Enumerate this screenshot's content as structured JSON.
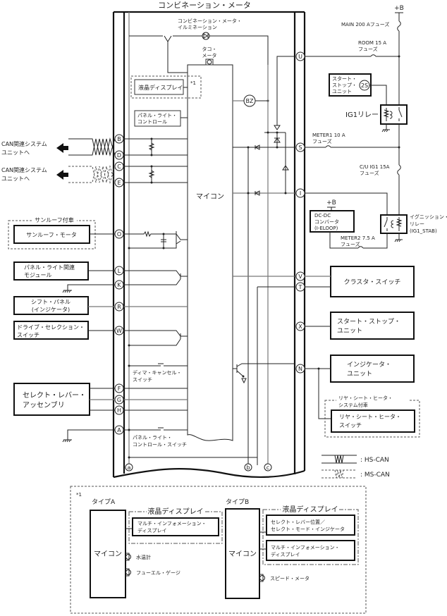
{
  "title": "コンビネーション・メータ",
  "power": {
    "plus_b": "+B",
    "main_fuse": "MAIN 200 Aフューズ",
    "room_fuse_line1": "ROOM 15 A",
    "room_fuse_line2": "フューズ",
    "meter1_fuse_line1": "METER1 10 A",
    "meter1_fuse_line2": "フューズ",
    "cu_ig1_fuse_line1": "C/U IG1 15A",
    "cu_ig1_fuse_line2": "フューズ",
    "meter2_fuse_line1": "METER2 7.5 A",
    "meter2_fuse_line2": "フューズ",
    "plus_b2": "+B"
  },
  "meter_internal": {
    "illumination_line1": "コンビネーション・メータ・",
    "illumination_line2": "イルミネーション",
    "tacho_line1": "タコ・",
    "tacho_line2": "メータ",
    "lcd": "液晶ディスプレイ",
    "lcd_note": "*1",
    "panel_light_ctrl_line1": "パネル・ライト・",
    "panel_light_ctrl_line2": "コントロール",
    "buzzer": "BZ",
    "microcomputer": "マイコン",
    "dimmer_cancel_line1": "ディマ・キャンセル・",
    "dimmer_cancel_line2": "スイッチ",
    "panel_light_switch_line1": "パネル・ライト・",
    "panel_light_switch_line2": "コントロール・スイッチ",
    "junction_a": "a",
    "junction_b": "b",
    "junction_c": "c"
  },
  "pins_left": [
    "B",
    "D",
    "C",
    "E",
    "O",
    "L",
    "K",
    "R",
    "W",
    "F",
    "G",
    "H",
    "A"
  ],
  "pins_right": [
    "U",
    "S",
    "I",
    "V",
    "T",
    "X",
    "N"
  ],
  "left_components": {
    "can1_line1": "CAN関連システム",
    "can1_line2": "ユニットへ",
    "can2_line1": "CAN関連システム",
    "can2_line2": "ユニットへ",
    "sunroof_group": "サンルーフ付車",
    "sunroof_motor": "サンルーフ・モータ",
    "panel_light_module_line1": "パネル・ライト関連",
    "panel_light_module_line2": "モジュール",
    "shift_panel_line1": "シフト・パネル",
    "shift_panel_line2": "(インジケータ)",
    "drive_select_line1": "ドライブ・セレクション・",
    "drive_select_line2": "スイッチ",
    "select_lever_line1": "セレクト・レバー・",
    "select_lever_line2": "アッセンブリ"
  },
  "right_components": {
    "start_stop_small_line1": "スタート・",
    "start_stop_small_line2": "ストップ・",
    "start_stop_small_line3": "ユニット",
    "start_stop_pin": "2S",
    "ig1_relay": "IG1リレー",
    "dcdc_line1": "DC-DC",
    "dcdc_line2": "コンバータ",
    "dcdc_line3": "(I-ELOOP)",
    "ign_relay_line1": "イグニッション・",
    "ign_relay_line2": "リレー",
    "ign_relay_line3": "(IG1_STAB)",
    "cluster_switch": "クラスタ・スイッチ",
    "start_stop_line1": "スタート・ストップ・",
    "start_stop_line2": "ユニット",
    "indicator_line1": "インジケータ・",
    "indicator_line2": "ユニット",
    "rear_heater_group_line1": "リヤ・シート・ヒータ・",
    "rear_heater_group_line2": "システム付車",
    "rear_heater_switch_line1": "リヤ・シート・ヒータ・",
    "rear_heater_switch_line2": "スイッチ"
  },
  "legend": {
    "hs_can": ": HS-CAN",
    "ms_can": ": MS-CAN"
  },
  "footnote": {
    "mark": "*1",
    "type_a": {
      "title": "タイプA",
      "lcd_group": "液晶ディスプレイ",
      "mid_line1": "マルチ・インフォメーション・",
      "mid_line2": "ディスプレイ",
      "micro": "マイコン",
      "gauge1": "水温計",
      "gauge2": "フューエル・ゲージ"
    },
    "type_b": {
      "title": "タイプB",
      "lcd_group": "液晶ディスプレイ",
      "sel_line1": "セレクト・レバー位置／",
      "sel_line2": "セレクト・モード・インジケータ",
      "mid_line1": "マルチ・インフォメーション・",
      "mid_line2": "ディスプレイ",
      "micro": "マイコン",
      "gauge1": "スピード・メータ"
    }
  }
}
